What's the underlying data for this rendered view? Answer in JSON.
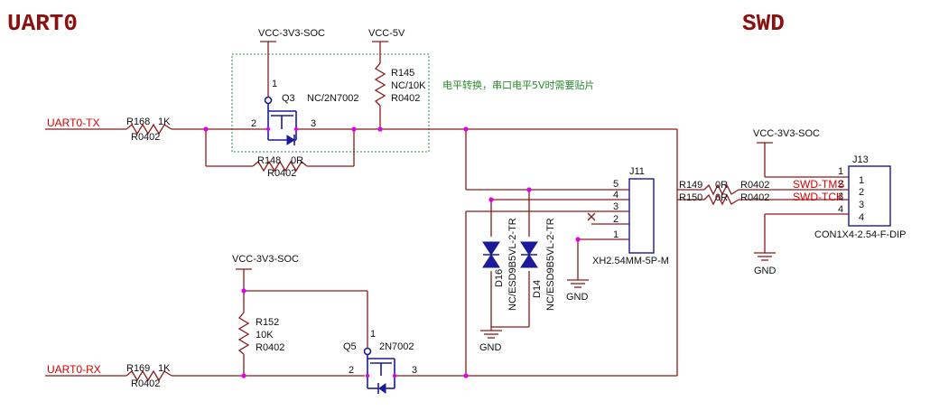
{
  "titles": {
    "left": "UART0",
    "right": "SWD"
  },
  "nets": {
    "uart0_tx": "UART0-TX",
    "uart0_rx": "UART0-RX",
    "swd_tms": "SWD-TMS",
    "swd_tck": "SWD-TCK"
  },
  "power": {
    "vcc_soc_q3": "VCC-3V3-SOC",
    "vcc_5v": "VCC-5V",
    "vcc_soc_r152": "VCC-3V3-SOC",
    "vcc_soc_j13": "VCC-3V3-SOC",
    "gnd_d16": "GND",
    "gnd_j11": "GND",
    "gnd_j13": "GND"
  },
  "note": "电平转换，串口电平5V时需要贴片",
  "components": {
    "r168": {
      "ref": "R168",
      "value": "1K",
      "pkg": "R0402"
    },
    "r148": {
      "ref": "R148",
      "value": "0R",
      "pkg": "R0402"
    },
    "r145": {
      "ref": "R145",
      "value": "NC/10K",
      "pkg": "R0402"
    },
    "q3": {
      "ref": "Q3",
      "value": "NC/2N7002",
      "pin_g": "2",
      "pin_s": "3",
      "pin_d": "1"
    },
    "r152": {
      "ref": "R152",
      "value": "10K",
      "pkg": "R0402"
    },
    "q5": {
      "ref": "Q5",
      "value": "2N7002",
      "pin_g": "2",
      "pin_s": "3",
      "pin_d": "1"
    },
    "r169": {
      "ref": "R169",
      "value": "1K",
      "pkg": "R0402"
    },
    "d16": {
      "ref": "D16",
      "value": "NC/ESD9B5VL-2-TR"
    },
    "d14": {
      "ref": "D14",
      "value": "NC/ESD9B5VL-2-TR"
    },
    "j11": {
      "ref": "J11",
      "value": "XH2.54MM-5P-M",
      "pins": [
        "5",
        "4",
        "3",
        "2",
        "1"
      ]
    },
    "r149": {
      "ref": "R149",
      "value": "0R",
      "pkg": "R0402"
    },
    "r150": {
      "ref": "R150",
      "value": "0R",
      "pkg": "R0402"
    },
    "j13": {
      "ref": "J13",
      "value": "CON1X4-2.54-F-DIP",
      "pins_outer": [
        "1",
        "2",
        "3",
        "4"
      ],
      "pins_inner": [
        "1",
        "2",
        "3",
        "4"
      ]
    }
  }
}
